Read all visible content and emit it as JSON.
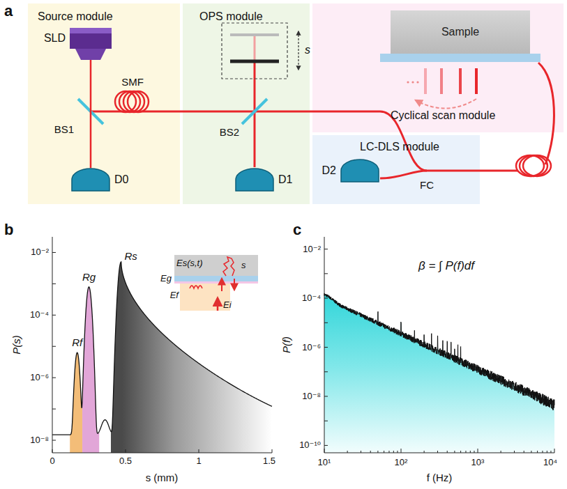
{
  "diagram": {
    "nodes": [
      {
        "text": [
          "Source module"
        ]
      },
      {
        "text": [
          "SLD"
        ],
        "in": 0
      },
      {
        "text": [
          "D0"
        ],
        "in": 0
      },
      {
        "text": [
          "OPS module"
        ]
      },
      {
        "text": [
          "D1"
        ],
        "in": 3
      },
      {
        "text": [
          "Cyclical scan module"
        ]
      },
      {
        "text": [
          "Sample"
        ],
        "in": 5
      },
      {
        "text": [
          "LC-DLS module"
        ]
      },
      {
        "text": [
          "D2"
        ],
        "in": 7
      }
    ],
    "edges": [
      {
        "from": 1,
        "to": 2,
        "arrow": "none"
      }
    ],
    "labels": [
      "a",
      "SMF",
      "BS1",
      "BS2",
      "FC",
      "s",
      "b",
      "c",
      "P(s)",
      "s (mm)",
      "Rf",
      "Rg",
      "Rs",
      "Es(s,t)",
      "Eg",
      "Ef",
      "Ei",
      "s",
      "10⁻⁸",
      "10⁻⁶",
      "10⁻⁴",
      "10⁻²",
      "0",
      "0.5",
      "1",
      "1.5",
      "P(f)",
      "f (Hz)",
      "β = ∫ P(f)df",
      "10⁻¹⁰",
      "10⁻⁸",
      "10⁻⁶",
      "10⁻⁴",
      "10⁻²",
      "10¹",
      "10²",
      "10³",
      "10⁴"
    ]
  }
}
